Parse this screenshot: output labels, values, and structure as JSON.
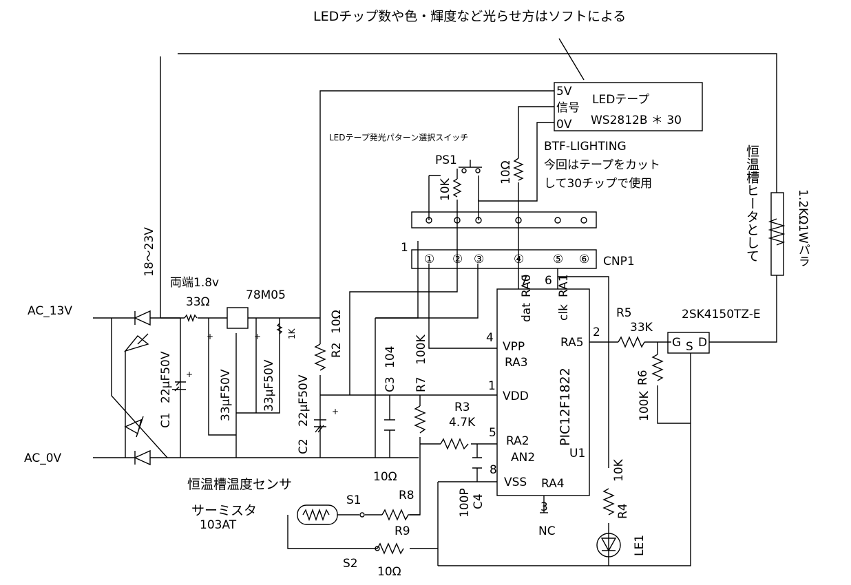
{
  "note_top": "LEDチップ数や色・輝度など光らせ方はソフトによる",
  "led_tape": {
    "pin_5v": "5V",
    "pin_sig": "信号",
    "pin_0v": "0V",
    "title": "LEDテープ",
    "model": "WS2812B ＊ 30",
    "maker": "BTF-LIGHTING",
    "note1": "今回はテープをカット",
    "note2": "して30チップで使用"
  },
  "switch_note": "LEDテープ発光パターン選択スイッチ",
  "ps1": "PS1",
  "r_10k_switch": "10K",
  "r_10ohm_sig": "10Ω",
  "cnp1": {
    "label": "CNP1",
    "pin1_mark": "1",
    "pins": [
      "①",
      "②",
      "③",
      "④",
      "⑤",
      "⑥"
    ]
  },
  "voltage_in": "18～23V",
  "ac_13v": "AC_13V",
  "ac_0v": "AC_0V",
  "ryotan": "両端1.8v",
  "r_33ohm": "33Ω",
  "reg": "78M05",
  "c1": {
    "label": "C1",
    "value": "22μF50V"
  },
  "c_33u_a": "33μF50V",
  "c_33u_b": "33μF50V",
  "r_1k_small": "1K",
  "c2": {
    "label": "C2",
    "value": "22μF50V"
  },
  "r2": {
    "label": "R2",
    "value": "10Ω"
  },
  "c3": {
    "label": "C3",
    "value": "104"
  },
  "r7": {
    "label": "R7",
    "value": "100K"
  },
  "r3": {
    "label": "R3",
    "value": "4.7K"
  },
  "c4": {
    "label": "C4",
    "value": "100P"
  },
  "pic": {
    "name": "PIC12F1822",
    "ref": "U1",
    "dat": "dat",
    "ra0": "RA0",
    "clk": "clk",
    "ra1": "RA1",
    "vpp": "VPP",
    "ra3": "RA3",
    "vdd": "VDD",
    "ra2": "RA2",
    "an2": "AN2",
    "vss": "VSS",
    "ra4": "RA4",
    "ra5": "RA5",
    "pin7": "7",
    "pin6": "6",
    "pin4": "4",
    "pin1": "1",
    "pin5": "5",
    "pin8": "8",
    "pin3": "3",
    "pin2": "2",
    "nc": "NC"
  },
  "r5": {
    "label": "R5",
    "value": "33K"
  },
  "r6": {
    "label": "R6",
    "value": "100K"
  },
  "fet": {
    "name": "2SK4150TZ-E",
    "g": "G",
    "s": "S",
    "d": "D"
  },
  "heater": {
    "label": "恒温槽ヒータとして",
    "value": "1.2KΩ1Wパラ"
  },
  "r4": {
    "label": "R4",
    "value": "10K"
  },
  "le1": "LE1",
  "sensor_title": "恒温槽温度センサ",
  "thermistor": "サーミスタ",
  "thermistor_model": "103AT",
  "s1": "S1",
  "s2": "S2",
  "r8": {
    "label": "R8",
    "value": "10Ω"
  },
  "r9": {
    "label": "R9",
    "value": "10Ω"
  }
}
